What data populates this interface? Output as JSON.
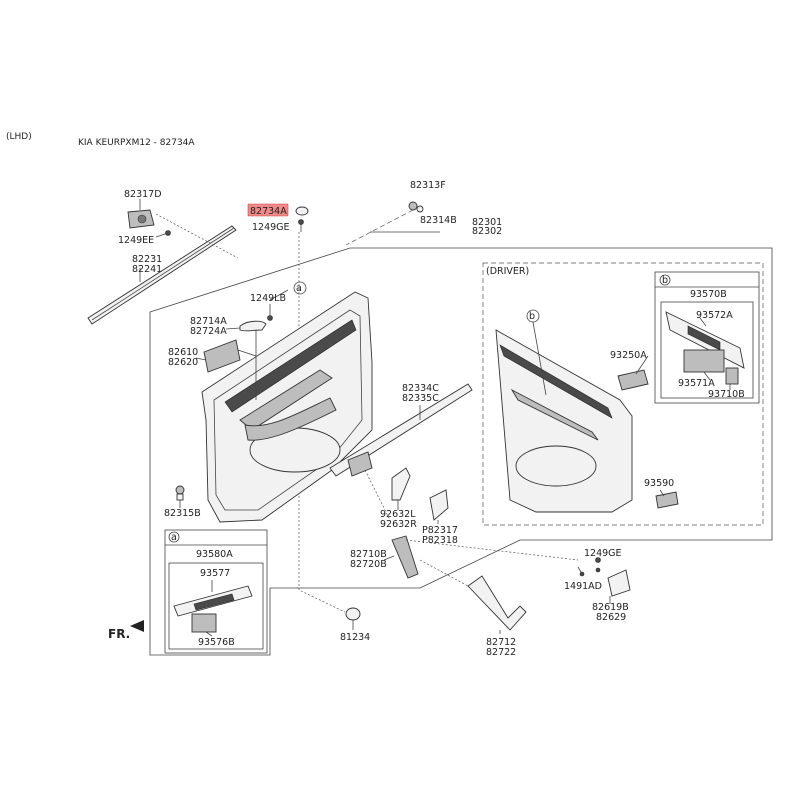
{
  "header": {
    "variant": "(LHD)",
    "model": "KIA KEURPXM12 - 82734A"
  },
  "highlighted_part": "82734A",
  "colors": {
    "highlight": "#f08a8a",
    "line": "#444444"
  },
  "parts": {
    "p82317D": "82317D",
    "p1249EE": "1249EE",
    "p82231": "82231",
    "p82241": "82241",
    "p82734A": "82734A",
    "p1249GE_top": "1249GE",
    "p82313F": "82313F",
    "p82314B": "82314B",
    "p82301": "82301",
    "p82302": "82302",
    "p1249LB": "1249LB",
    "p82714A": "82714A",
    "p82724A": "82724A",
    "p82610": "82610",
    "p82620": "82620",
    "p82334C": "82334C",
    "p82335C": "82335C",
    "p82315B": "82315B",
    "p92632L": "92632L",
    "p92632R": "92632R",
    "pP82317": "P82317",
    "pP82318": "P82318",
    "p82710B": "82710B",
    "p82720B": "82720B",
    "p81234": "81234",
    "p82712": "82712",
    "p82722": "82722",
    "p1249GE_bot": "1249GE",
    "p1491AD": "1491AD",
    "p82619B": "82619B",
    "p82629": "82629",
    "p93250A": "93250A",
    "p93590": "93590",
    "p93570B": "93570B",
    "p93572A": "93572A",
    "p93571A": "93571A",
    "p93710B": "93710B",
    "p93580A": "93580A",
    "p93577": "93577",
    "p93576B": "93576B"
  },
  "callouts": {
    "a": "a",
    "b": "b"
  },
  "driver_label": "(DRIVER)",
  "direction_label": "FR."
}
